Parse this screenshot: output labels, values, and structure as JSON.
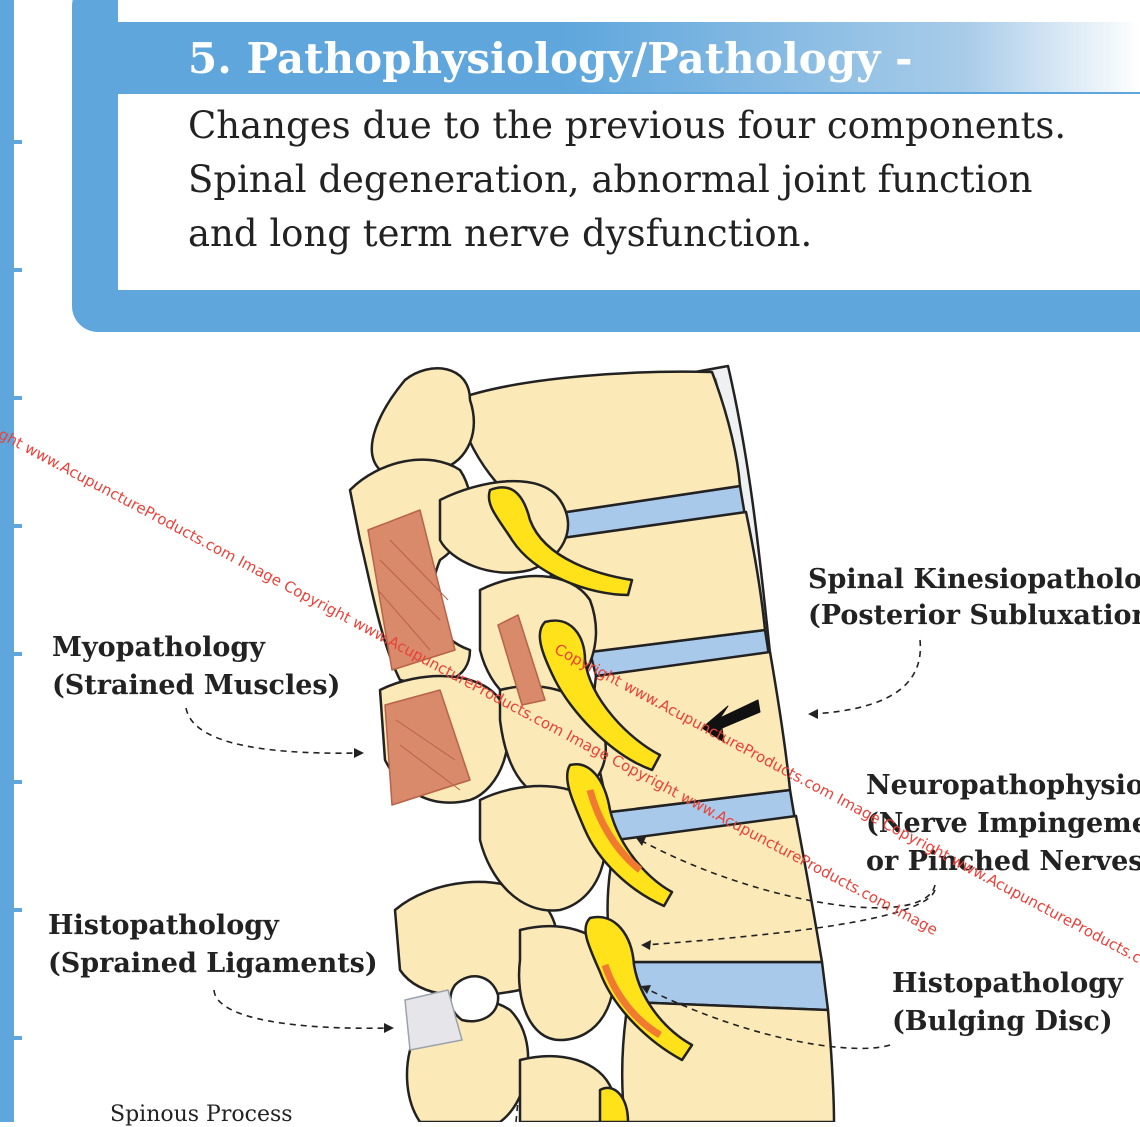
{
  "header": {
    "title": "5. Pathophysiology/Pathology -",
    "description_lines": [
      "Changes due to the previous four components.",
      "Spinal degeneration, abnormal joint function",
      "and long term nerve dysfunction."
    ]
  },
  "labels": {
    "myopathology": {
      "line1": "Myopathology",
      "line2": "(Strained Muscles)"
    },
    "histopathology_ligaments": {
      "line1": "Histopathology",
      "line2": "(Sprained Ligaments)"
    },
    "kinesiopathology": {
      "line1": "Spinal Kinesiopatholog",
      "line2": "(Posterior Subluxation)"
    },
    "neuropathophysiology": {
      "line1": "Neuropathophysiol",
      "line2": "(Nerve Impingeme",
      "line3": "or Pinched Nerves)"
    },
    "histopathology_disc": {
      "line1": "Histopathology",
      "line2": "(Bulging Disc)"
    },
    "spinous_process": "Spinous Process"
  },
  "watermark": {
    "line1": "ght www.AcupunctureProducts.com Image Copyright www.AcupunctureProducts.com Image Copyright www.AcupunctureProducts.com Image",
    "line2": "Copyright www.AcupunctureProducts.com Image Copyright www.AcupunctureProducts.com"
  },
  "colors": {
    "frame_blue": "#5ea6dc",
    "bone": "#fbe9b7",
    "disc": "#a9c9ea",
    "nerve": "#ffe21a",
    "muscle": "#d98a6b",
    "inflamed": "#f07a30",
    "watermark": "#e8433a"
  }
}
